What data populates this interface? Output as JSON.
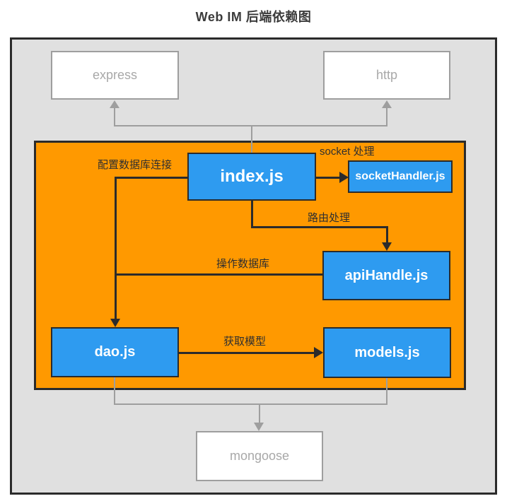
{
  "title": "Web IM 后端依赖图",
  "nodes": {
    "express": "express",
    "http": "http",
    "index": "index.js",
    "socket_handler": "socketHandler.js",
    "api_handle": "apiHandle.js",
    "dao": "dao.js",
    "models": "models.js",
    "mongoose": "mongoose"
  },
  "edge_labels": {
    "socket": "socket 处理",
    "route": "路由处理",
    "db_config": "配置数据库连接",
    "db_operate": "操作数据库",
    "get_model": "获取模型"
  },
  "colors": {
    "group_fill": "#ff9900",
    "module_fill": "#2e9bf0",
    "line_dark": "#2b2b2b",
    "line_gray": "#9e9e9e",
    "canvas_bg": "#e0e0e0"
  }
}
